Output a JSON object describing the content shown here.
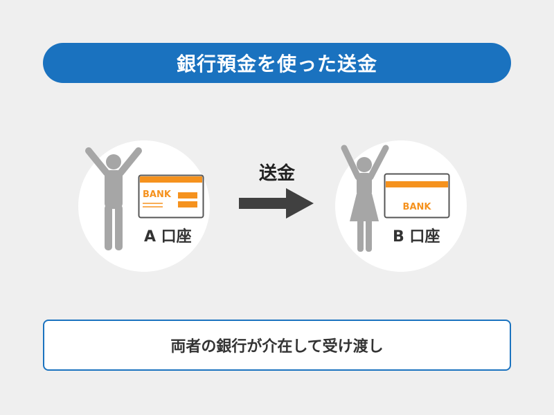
{
  "title": "銀行預金を使った送金",
  "transfer": {
    "label": "送金"
  },
  "account_a": {
    "label": "A 口座",
    "bank_text": "BANK"
  },
  "account_b": {
    "label": "B 口座",
    "bank_text": "BANK"
  },
  "caption": "両者の銀行が介在して受け渡し",
  "colors": {
    "accent_blue": "#1a72bf",
    "card_orange": "#f5921e",
    "figure_gray": "#a6a6a6",
    "arrow_dark": "#404040",
    "background": "#efefef"
  },
  "icons": {
    "person_a": "man-raising-arms-icon",
    "person_b": "woman-raising-arms-icon",
    "card_a": "bank-card-icon",
    "card_b": "bank-card-icon",
    "arrow": "arrow-right-icon"
  }
}
